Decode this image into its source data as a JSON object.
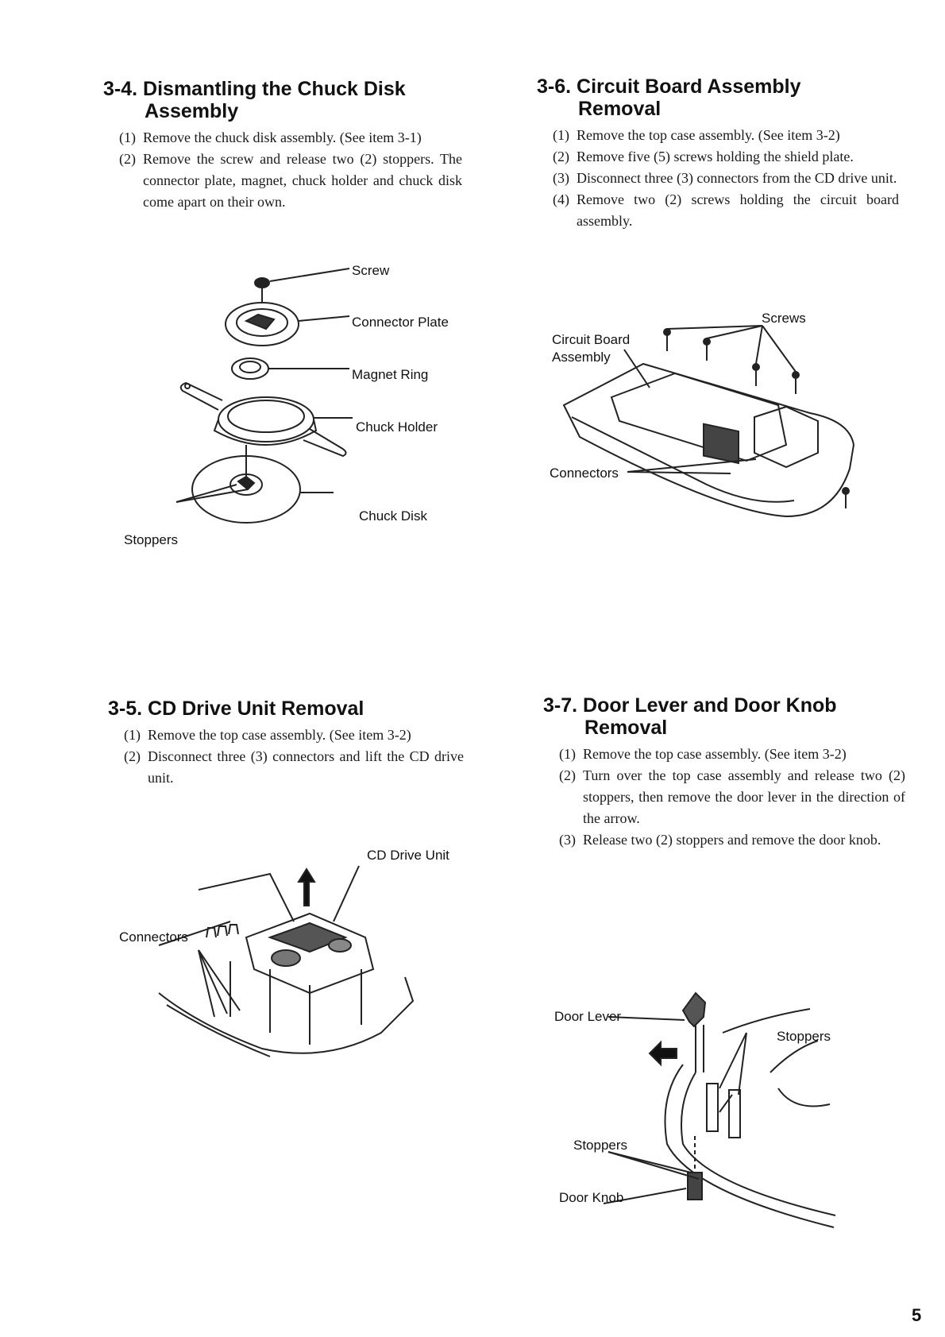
{
  "sections": [
    {
      "id": "3-4",
      "number": "3-4.",
      "title_line1": "Dismantling the Chuck Disk",
      "title_line2": "Assembly",
      "steps": [
        {
          "n": "(1)",
          "text": "Remove the chuck disk assembly. (See item 3-1)"
        },
        {
          "n": "(2)",
          "text": "Remove the screw and release two (2) stoppers. The connector plate, magnet, chuck holder and chuck disk come apart on their own."
        }
      ],
      "figure_labels": {
        "screw": "Screw",
        "connector_plate": "Connector Plate",
        "magnet_ring": "Magnet Ring",
        "chuck_holder": "Chuck Holder",
        "chuck_disk": "Chuck Disk",
        "stoppers": "Stoppers"
      }
    },
    {
      "id": "3-6",
      "number": "3-6.",
      "title_line1": "Circuit Board Assembly",
      "title_line2": "Removal",
      "steps": [
        {
          "n": "(1)",
          "text": "Remove the top case assembly. (See item 3-2)"
        },
        {
          "n": "(2)",
          "text": "Remove five (5) screws holding the shield plate."
        },
        {
          "n": "(3)",
          "text": "Disconnect three (3) connectors from the CD drive unit."
        },
        {
          "n": "(4)",
          "text": "Remove two (2) screws holding the circuit board assembly."
        }
      ],
      "figure_labels": {
        "screws": "Screws",
        "circuit_board_line1": "Circuit Board",
        "circuit_board_line2": "Assembly",
        "connectors": "Connectors"
      }
    },
    {
      "id": "3-5",
      "number": "3-5.",
      "title_line1": "CD Drive Unit Removal",
      "title_line2": "",
      "steps": [
        {
          "n": "(1)",
          "text": "Remove the top case assembly. (See item 3-2)"
        },
        {
          "n": "(2)",
          "text": "Disconnect three (3) connectors and lift the CD drive unit."
        }
      ],
      "figure_labels": {
        "cd_drive_unit": "CD Drive Unit",
        "connectors": "Connectors"
      }
    },
    {
      "id": "3-7",
      "number": "3-7.",
      "title_line1": "Door Lever and Door Knob",
      "title_line2": "Removal",
      "steps": [
        {
          "n": "(1)",
          "text": "Remove the top case assembly. (See item 3-2)"
        },
        {
          "n": "(2)",
          "text": "Turn over the top case assembly and release two (2) stoppers, then remove the door lever in the direction of the arrow."
        },
        {
          "n": "(3)",
          "text": "Release two (2) stoppers and remove the door knob."
        }
      ],
      "figure_labels": {
        "door_lever": "Door Lever",
        "stoppers_top": "Stoppers",
        "stoppers_bottom": "Stoppers",
        "door_knob": "Door Knob"
      }
    }
  ],
  "page_number": "5"
}
